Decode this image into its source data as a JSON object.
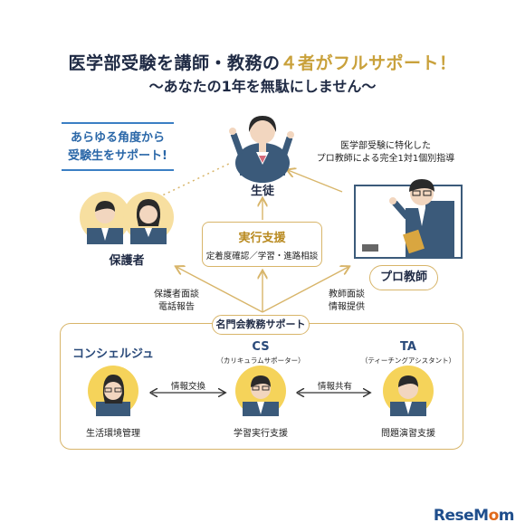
{
  "header": {
    "title_a": "医学部受験を講師・教務の",
    "title_hl": "４者がフルサポート！",
    "subtitle": "〜あなたの1年を無駄にしません〜"
  },
  "callout": {
    "line1": "あらゆる角度から",
    "line2": "受験生をサポート!"
  },
  "nodes": {
    "student": "生徒",
    "guardian": "保護者",
    "pro_teacher": "プロ教師",
    "pro_desc_1": "医学部受験に特化した",
    "pro_desc_2": "プロ教師による完全1対1個別指導"
  },
  "execution": {
    "title": "実行支援",
    "detail": "定着度確認／学習・進路相談"
  },
  "edges": {
    "guardian_1": "保護者面談",
    "guardian_2": "電話報告",
    "teacher_1": "教師面談",
    "teacher_2": "情報提供",
    "exchange": "情報交換",
    "share": "情報共有"
  },
  "team": {
    "label": "名門会教務サポート",
    "concierge": {
      "name": "コンシェルジュ",
      "role": "生活環境管理"
    },
    "cs": {
      "name": "CS",
      "sub": "（カリキュラムサポーター）",
      "role": "学習実行支援"
    },
    "ta": {
      "name": "TA",
      "sub": "（ティーチングアシスタント）",
      "role": "問題演習支援"
    }
  },
  "brand": {
    "logo_a": "ReseM",
    "logo_o": "o",
    "logo_b": "m"
  },
  "colors": {
    "gold": "#d8b56a",
    "navy": "#1f2a44",
    "blue": "#3b7fc4",
    "yellow": "#f5d35a"
  }
}
